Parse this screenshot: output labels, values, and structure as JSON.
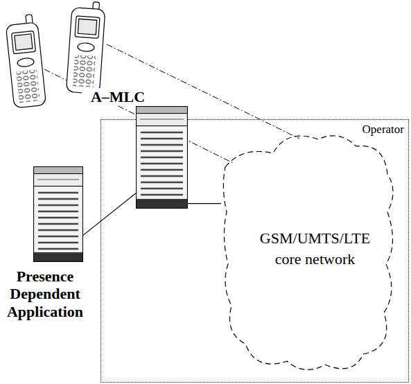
{
  "diagram": {
    "nodes": [
      {
        "text": [
          "Operator"
        ]
      },
      {
        "text": [
          "A–MLC"
        ],
        "in": 0
      },
      {
        "text": [
          "GSM/UMTS/LTE core network"
        ],
        "in": 0
      },
      {
        "text": [
          "Presence Dependent Application"
        ]
      }
    ],
    "edges": [
      {
        "from": 3,
        "to": 1,
        "arrow": "none"
      },
      {
        "from": 1,
        "to": 2,
        "arrow": "none"
      }
    ]
  }
}
